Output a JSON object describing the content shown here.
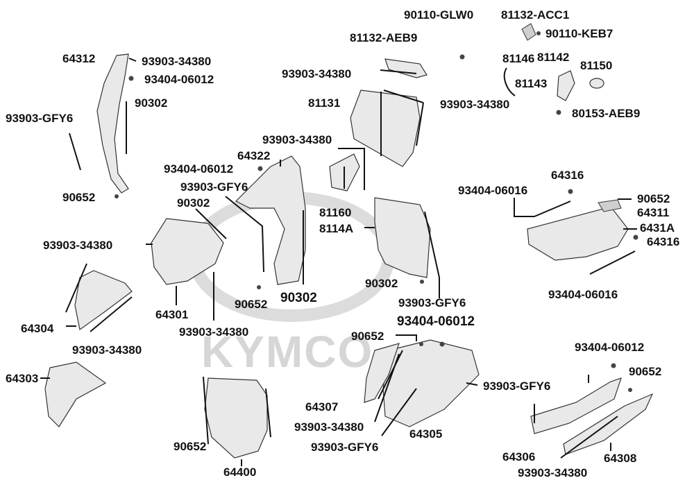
{
  "watermark": {
    "brand": "KYMCO",
    "color": "#d6d6d6"
  },
  "labels": {
    "l_90110_glw0": "90110-GLW0",
    "l_81132_acc1": "81132-ACC1",
    "l_90110_keb7": "90110-KEB7",
    "l_81132_aeb9": "81132-AEB9",
    "l_64312": "64312",
    "l_93903_34380_a": "93903-34380",
    "l_93404_06012_a": "93404-06012",
    "l_81146": "81146",
    "l_81142": "81142",
    "l_81150": "81150",
    "l_93903_34380_b": "93903-34380",
    "l_81143": "81143",
    "l_90302_a": "90302",
    "l_81131": "81131",
    "l_93903_34380_c": "93903-34380",
    "l_93903_gfy6_a": "93903-GFY6",
    "l_80153_aeb9": "80153-AEB9",
    "l_93903_34380_d": "93903-34380",
    "l_64322": "64322",
    "l_93404_06012_b": "93404-06012",
    "l_64316_a": "64316",
    "l_93903_gfy6_b": "93903-GFY6",
    "l_93404_06016_a": "93404-06016",
    "l_90652_a": "90652",
    "l_90652_b": "90652",
    "l_90302_b": "90302",
    "l_64311": "64311",
    "l_81160": "81160",
    "l_8114a": "8114A",
    "l_6431a": "6431A",
    "l_64316_b": "64316",
    "l_93903_34380_e": "93903-34380",
    "l_93404_06016_b": "93404-06016",
    "l_90302_c": "90302",
    "l_90652_c": "90652",
    "l_90302_d": "90302",
    "l_64304": "64304",
    "l_64301": "64301",
    "l_93903_gfy6_c": "93903-GFY6",
    "l_93404_06012_c": "93404-06012",
    "l_93903_34380_f": "93903-34380",
    "l_90652_d": "90652",
    "l_93903_34380_g": "93903-34380",
    "l_93404_06012_d": "93404-06012",
    "l_64303": "64303",
    "l_90652_e": "90652",
    "l_93903_gfy6_d": "93903-GFY6",
    "l_64307": "64307",
    "l_93903_34380_h": "93903-34380",
    "l_64305": "64305",
    "l_90652_f": "90652",
    "l_93903_gfy6_e": "93903-GFY6",
    "l_64306": "64306",
    "l_64308": "64308",
    "l_93903_34380_i": "93903-34380",
    "l_64400": "64400"
  }
}
